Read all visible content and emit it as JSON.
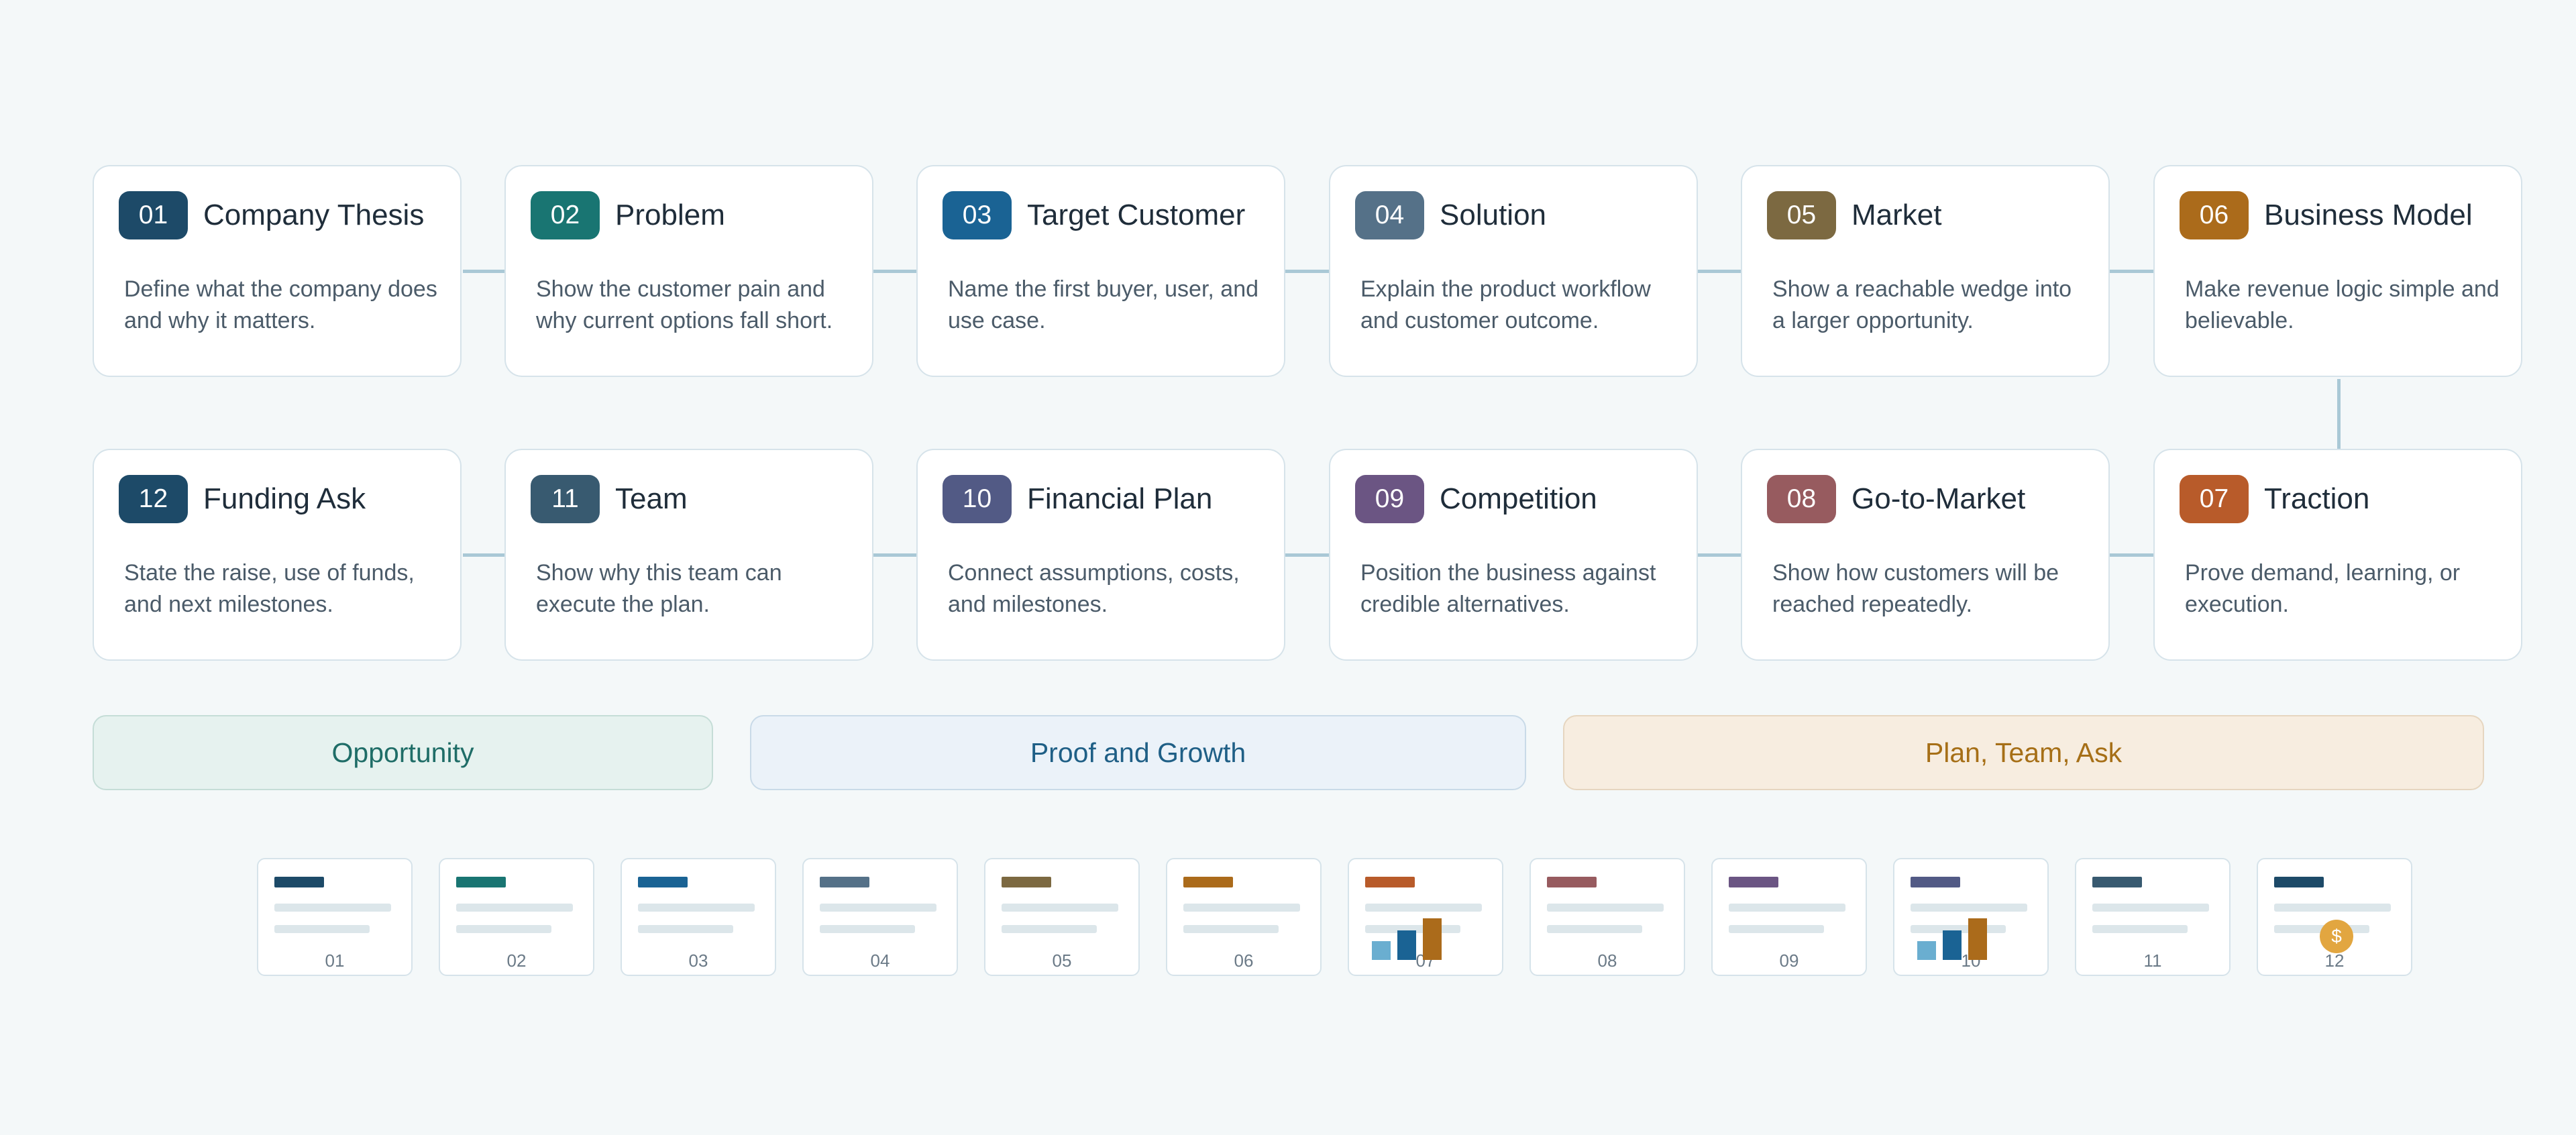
{
  "colors": {
    "line": "#a9c8d6",
    "card_border": "#d6e3ea",
    "badges": {
      "01": "#1d4a68",
      "02": "#197572",
      "03": "#1a6394",
      "04": "#557188",
      "05": "#7c6941",
      "06": "#ab6b1b",
      "07": "#b85b2a",
      "08": "#975b5f",
      "09": "#6b5583",
      "10": "#525a85",
      "11": "#385a70",
      "12": "#1d4a68"
    }
  },
  "cards": [
    {
      "num": "01",
      "title": "Company Thesis",
      "desc": "Define what the company does and why it matters."
    },
    {
      "num": "02",
      "title": "Problem",
      "desc": "Show the customer pain and why current options fall short."
    },
    {
      "num": "03",
      "title": "Target Customer",
      "desc": "Name the first buyer, user, and use case."
    },
    {
      "num": "04",
      "title": "Solution",
      "desc": "Explain the product workflow and customer outcome."
    },
    {
      "num": "05",
      "title": "Market",
      "desc": "Show a reachable wedge into a larger opportunity."
    },
    {
      "num": "06",
      "title": "Business Model",
      "desc": "Make revenue logic simple and believable."
    },
    {
      "num": "07",
      "title": "Traction",
      "desc": "Prove demand, learning, or execution."
    },
    {
      "num": "08",
      "title": "Go-to-Market",
      "desc": "Show how customers will be reached repeatedly."
    },
    {
      "num": "09",
      "title": "Competition",
      "desc": "Position the business against credible alternatives."
    },
    {
      "num": "10",
      "title": "Financial Plan",
      "desc": "Connect assumptions, costs, and milestones."
    },
    {
      "num": "11",
      "title": "Team",
      "desc": "Show why this team can execute the plan."
    },
    {
      "num": "12",
      "title": "Funding Ask",
      "desc": "State the raise, use of funds, and next milestones."
    }
  ],
  "phases": [
    {
      "label": "Opportunity",
      "bg": "#e6f2ef",
      "border": "#c5ddd7",
      "color": "#1f6d67"
    },
    {
      "label": "Proof and Growth",
      "bg": "#ebf2f9",
      "border": "#c9dae8",
      "color": "#1f5f86"
    },
    {
      "label": "Plan, Team, Ask",
      "bg": "#f7ede0",
      "border": "#e6d6c0",
      "color": "#a66f17"
    }
  ],
  "thumbnails": [
    {
      "num": "01"
    },
    {
      "num": "02"
    },
    {
      "num": "03"
    },
    {
      "num": "04"
    },
    {
      "num": "05"
    },
    {
      "num": "06"
    },
    {
      "num": "07",
      "icon": "bar-chart-icon"
    },
    {
      "num": "08"
    },
    {
      "num": "09"
    },
    {
      "num": "10",
      "icon": "bar-chart-icon"
    },
    {
      "num": "11"
    },
    {
      "num": "12",
      "icon": "dollar-coin-icon",
      "symbol": "$"
    }
  ]
}
